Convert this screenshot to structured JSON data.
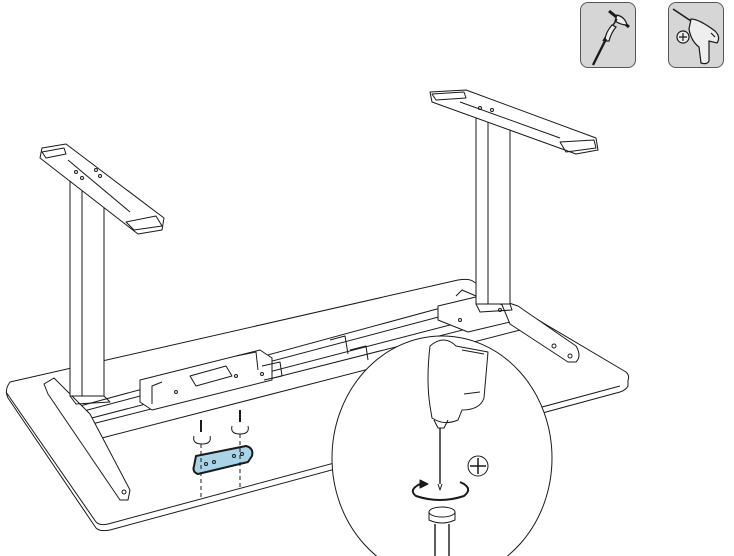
{
  "diagram": {
    "type": "assembly-instruction",
    "subject": "Standing desk frame mounted upside-down on tabletop; attaching control panel with screws",
    "colors": {
      "line": "#1a1a1a",
      "tool_box_fill": "#d6d6d6",
      "tool_box_border": "#555555",
      "highlight_part": "#a9d3e6"
    },
    "tools": [
      {
        "name": "hex-key",
        "label": "Hex key (T-handle)"
      },
      {
        "name": "power-drill",
        "label": "Electric screwdriver",
        "bit": "Phillips (+)"
      }
    ],
    "callouts": {
      "phillips_symbol": "⊕",
      "rotation": "clockwise"
    },
    "parts": [
      {
        "name": "tabletop"
      },
      {
        "name": "left-leg"
      },
      {
        "name": "right-leg"
      },
      {
        "name": "left-top-bracket"
      },
      {
        "name": "right-top-bracket"
      },
      {
        "name": "crossbeam-frame"
      },
      {
        "name": "control-box"
      },
      {
        "name": "control-panel",
        "highlighted": true
      },
      {
        "name": "screws",
        "count": 2
      }
    ]
  }
}
